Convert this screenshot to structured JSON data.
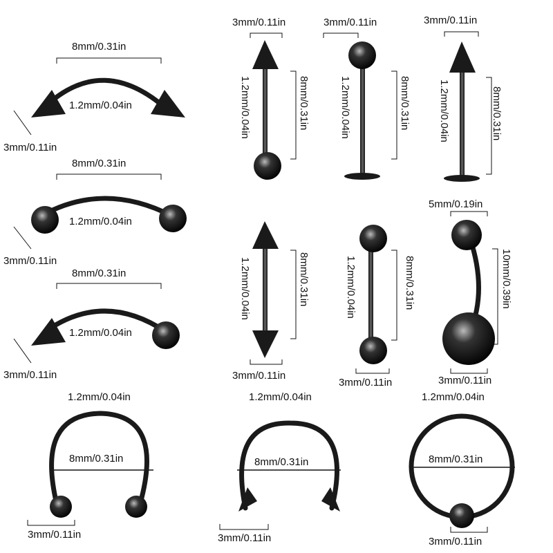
{
  "items": [
    {
      "name": "curved-barbell-spikes",
      "length": "8mm/0.31in",
      "gauge": "1.2mm/0.04in",
      "end": "3mm/0.11in"
    },
    {
      "name": "curved-barbell-balls",
      "length": "8mm/0.31in",
      "gauge": "1.2mm/0.04in",
      "end": "3mm/0.11in"
    },
    {
      "name": "curved-barbell-spike-ball",
      "length": "8mm/0.31in",
      "gauge": "1.2mm/0.04in",
      "end": "3mm/0.11in"
    },
    {
      "name": "straight-barbell-spike-ball",
      "length": "8mm/0.31in",
      "gauge": "1.2mm/0.04in",
      "end": "3mm/0.11in"
    },
    {
      "name": "labret-ball",
      "length": "8mm/0.31in",
      "gauge": "1.2mm/0.04in",
      "end": "3mm/0.11in"
    },
    {
      "name": "labret-spike",
      "length": "8mm/0.31in",
      "gauge": "1.2mm/0.04in",
      "end": "3mm/0.11in"
    },
    {
      "name": "straight-barbell-spikes",
      "length": "8mm/0.31in",
      "gauge": "1.2mm/0.04in",
      "end": "3mm/0.11in"
    },
    {
      "name": "straight-barbell-balls",
      "length": "8mm/0.31in",
      "gauge": "1.2mm/0.04in",
      "end": "3mm/0.11in"
    },
    {
      "name": "belly-ring",
      "length": "10mm/0.39in",
      "top": "5mm/0.19in",
      "end": "3mm/0.11in"
    },
    {
      "name": "horseshoe-balls",
      "diameter": "8mm/0.31in",
      "gauge": "1.2mm/0.04in",
      "end": "3mm/0.11in"
    },
    {
      "name": "horseshoe-spikes",
      "diameter": "8mm/0.31in",
      "gauge": "1.2mm/0.04in",
      "end": "3mm/0.11in"
    },
    {
      "name": "captive-bead-ring",
      "diameter": "8mm/0.31in",
      "gauge": "1.2mm/0.04in",
      "end": "3mm/0.11in"
    }
  ],
  "colors": {
    "metal": "#1a1a1a",
    "highlight": "#9a9a9a",
    "text": "#111111"
  }
}
